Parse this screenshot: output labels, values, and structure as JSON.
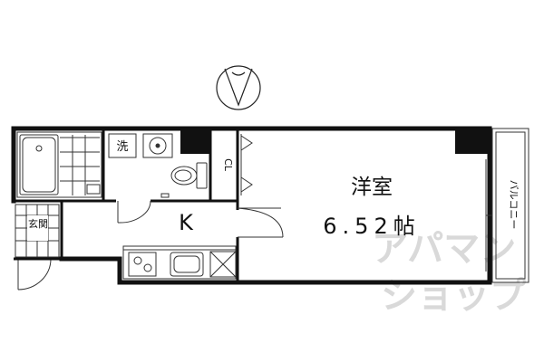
{
  "rooms": {
    "western_room": {
      "name": "洋室",
      "size": "6.52帖"
    },
    "kitchen": {
      "name": "K"
    },
    "closet": {
      "name": "CL"
    },
    "washroom": {
      "name": "洗"
    },
    "entrance": {
      "name": "玄関"
    },
    "balcony": {
      "name": "バルコニー"
    }
  },
  "watermark": {
    "line1": "アパマン",
    "line2": "ショップ"
  },
  "compass": {
    "icon": "north-arrow-icon"
  },
  "colors": {
    "wall": "#111111",
    "line": "#333333",
    "watermark": "#d9d9d9"
  }
}
